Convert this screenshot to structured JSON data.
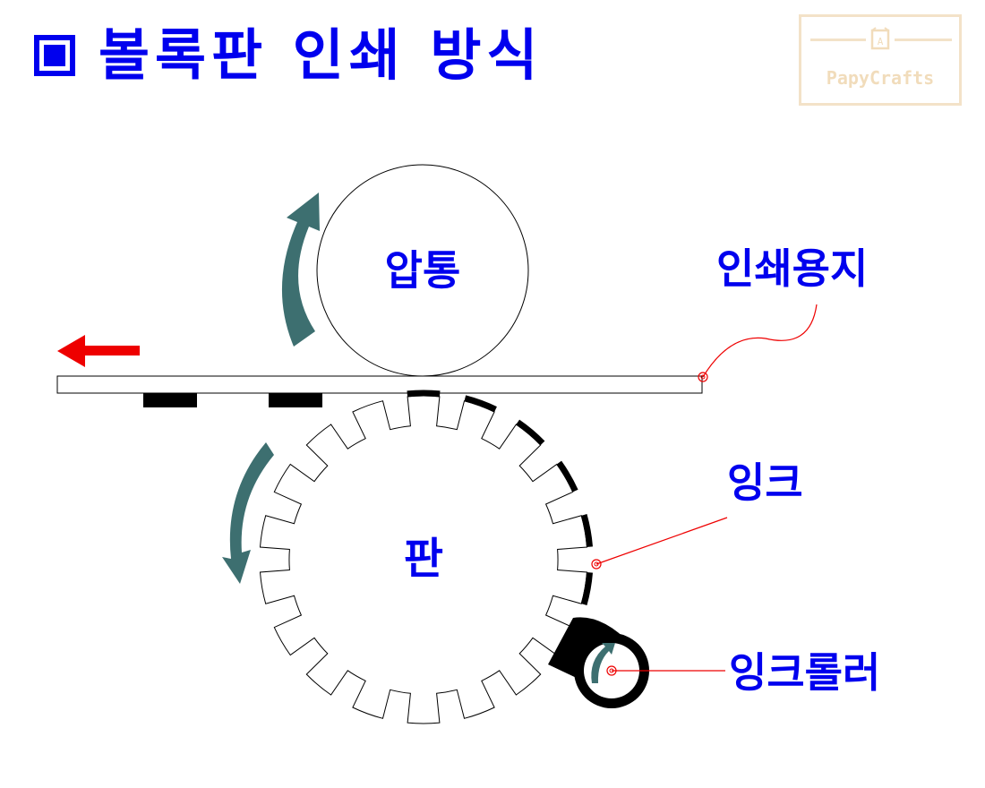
{
  "title": "볼록판 인쇄 방식",
  "logo": {
    "text": "PapyCrafts",
    "icon": "cube-icon"
  },
  "labels": {
    "impression_cylinder": "압통",
    "plate": "판",
    "paper": "인쇄용지",
    "ink": "잉크",
    "ink_roller": "잉크롤러"
  },
  "colors": {
    "text": "#0000ee",
    "rotation_arrow": "#3d6f70",
    "feed_arrow": "#ee0000",
    "leader_line": "#ee0000",
    "ink": "#000000"
  }
}
